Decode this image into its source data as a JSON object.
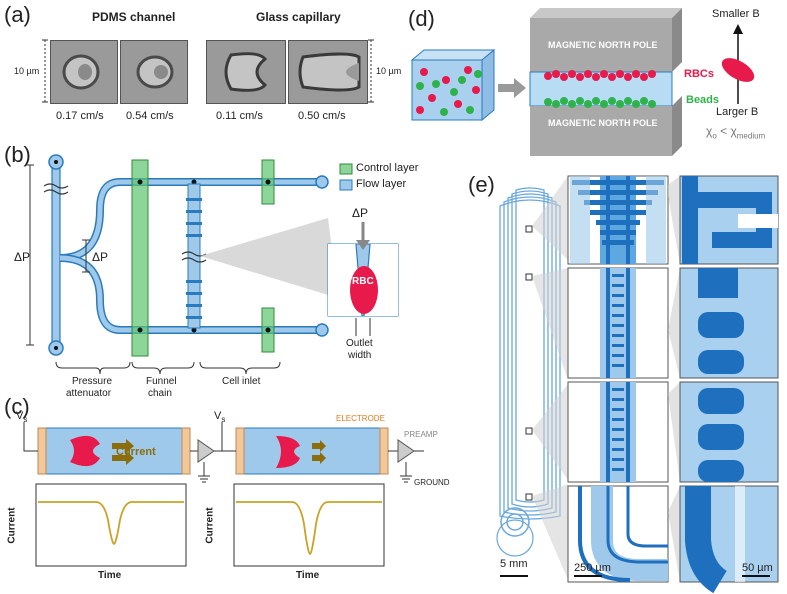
{
  "panel_a": {
    "label": "(a)",
    "group_left_title": "PDMS channel",
    "group_right_title": "Glass capillary",
    "scale_left": "10 µm",
    "scale_right": "10 µm",
    "speeds": [
      "0.17 cm/s",
      "0.54 cm/s",
      "0.11 cm/s",
      "0.50 cm/s"
    ]
  },
  "panel_b": {
    "label": "(b)",
    "legend_control": "Control layer",
    "legend_flow": "Flow layer",
    "delta_p_left": "ΔP",
    "delta_p_mid": "ΔP",
    "delta_p_inset": "ΔP",
    "rbc": "RBC",
    "outlet": "Outlet",
    "width": "width",
    "bracket_pressure_1": "Pressure",
    "bracket_pressure_2": "attenuator",
    "bracket_funnel_1": "Funnel",
    "bracket_funnel_2": "chain",
    "bracket_cell": "Cell inlet",
    "colors": {
      "control": "#5cc46e",
      "flow": "#9fc9ea",
      "rbc": "#e8194b"
    }
  },
  "panel_c": {
    "label": "(c)",
    "vs_left": "V",
    "vs_sub": "s",
    "vs_right": "V",
    "current_arrow": "Current",
    "electrode": "ELECTRODE",
    "preamp": "PREAMP",
    "ground": "GROUND",
    "ylabel": "Current",
    "xlabel": "Time"
  },
  "panel_d": {
    "label": "(d)",
    "north_top": "MAGNETIC NORTH POLE",
    "north_bottom": "MAGNETIC NORTH POLE",
    "rbcs": "RBCs",
    "beads": "Beads",
    "smaller_b": "Smaller B",
    "larger_b": "Larger B",
    "chi_relation": "χ",
    "chi_sub_o": "o",
    "chi_lt": " < χ",
    "chi_sub_medium": "medium"
  },
  "panel_e": {
    "label": "(e)",
    "scale_main": "5 mm",
    "scale_mid": "250 µm",
    "scale_right": "50 µm"
  }
}
